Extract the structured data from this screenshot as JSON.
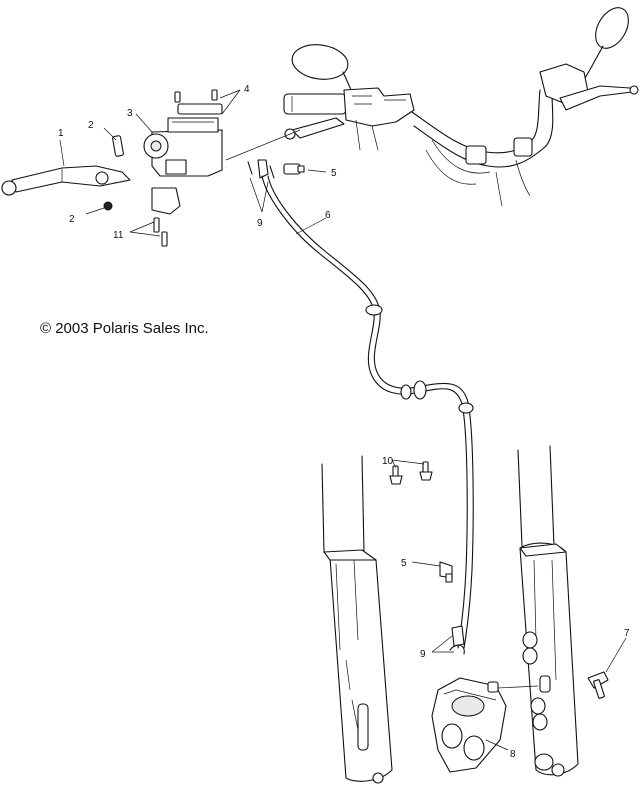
{
  "copyright": "© 2003 Polaris Sales Inc.",
  "callouts": {
    "c1": "1",
    "c2a": "2",
    "c2b": "2",
    "c3": "3",
    "c4": "4",
    "c5a": "5",
    "c5b": "5",
    "c6": "6",
    "c7": "7",
    "c8": "8",
    "c9a": "9",
    "c9b": "9",
    "c10": "10",
    "c11": "11"
  }
}
